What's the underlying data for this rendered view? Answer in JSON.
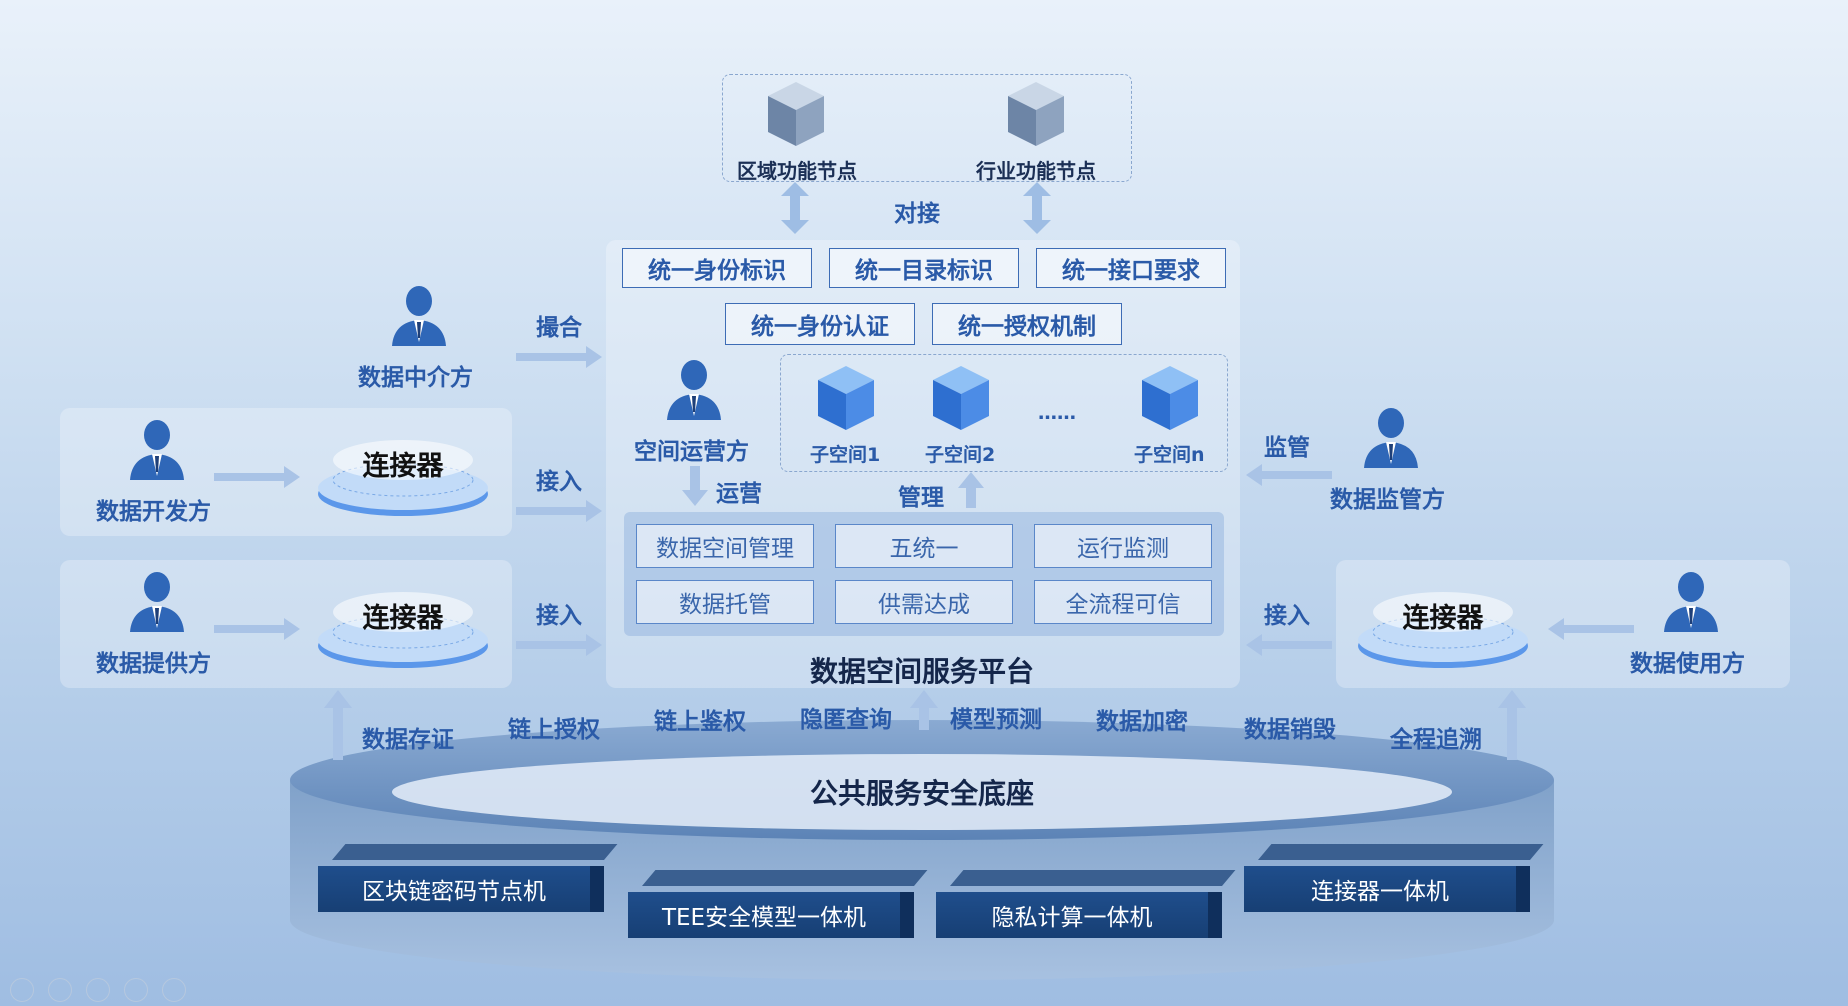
{
  "top_nodes": {
    "regional": "区域功能节点",
    "industry": "行业功能节点",
    "link_label": "对接"
  },
  "standards_row1": [
    "统一身份标识",
    "统一目录标识",
    "统一接口要求"
  ],
  "standards_row2": [
    "统一身份认证",
    "统一授权机制"
  ],
  "roles": {
    "intermediary": "数据中介方",
    "developer": "数据开发方",
    "provider": "数据提供方",
    "operator": "空间运营方",
    "regulator": "数据监管方",
    "user": "数据使用方"
  },
  "connector_label": "连接器",
  "flow_labels": {
    "match": "撮合",
    "access1": "接入",
    "access2": "接入",
    "access3": "接入",
    "operate": "运营",
    "manage": "管理",
    "supervise": "监管"
  },
  "subspaces": [
    "子空间1",
    "子空间2",
    "……",
    "子空间n"
  ],
  "functions": [
    [
      "数据空间管理",
      "五统一",
      "运行监测"
    ],
    [
      "数据托管",
      "供需达成",
      "全流程可信"
    ]
  ],
  "platform_title": "数据空间服务平台",
  "security_services": [
    "数据存证",
    "链上授权",
    "链上鉴权",
    "隐匿查询",
    "模型预测",
    "数据加密",
    "数据销毁",
    "全程追溯"
  ],
  "base_title": "公共服务安全底座",
  "hardware": [
    "区块链密码节点机",
    "TEE安全模型一体机",
    "隐私计算一体机",
    "连接器一体机"
  ],
  "colors": {
    "accent": "#2a5aa8",
    "dark_navy": "#173f74",
    "cube": "#3f86e0"
  }
}
